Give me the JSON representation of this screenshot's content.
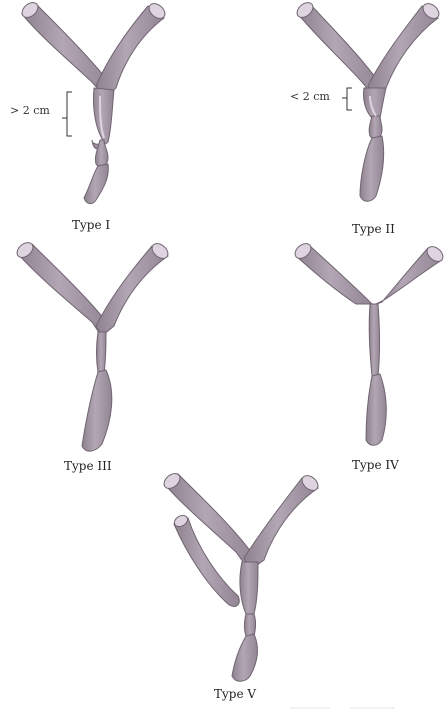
{
  "colors": {
    "vessel_fill": "#a89ba8",
    "vessel_light": "#ddd4df",
    "vessel_stroke": "#6f6470",
    "lumen": "#9a8f9c"
  },
  "figures": [
    {
      "id": "type-1",
      "label": "Type I",
      "measure": "> 2 cm"
    },
    {
      "id": "type-2",
      "label": "Type II",
      "measure": "< 2 cm"
    },
    {
      "id": "type-3",
      "label": "Type III"
    },
    {
      "id": "type-4",
      "label": "Type IV"
    },
    {
      "id": "type-5",
      "label": "Type V"
    }
  ]
}
